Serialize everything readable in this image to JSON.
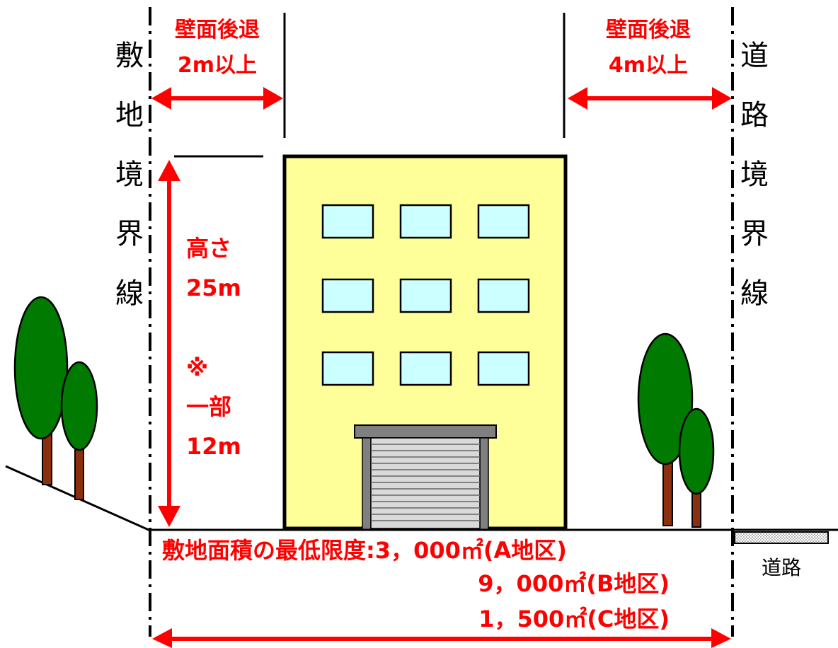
{
  "left_boundary_label": "敷地境界線",
  "right_boundary_label": "道路境界線",
  "setback_left": {
    "line1": "壁面後退",
    "line2": "2m以上"
  },
  "setback_right": {
    "line1": "壁面後退",
    "line2": "4m以上"
  },
  "height_note": {
    "line1": "高さ",
    "line2": "25m",
    "line3": "※",
    "line4": "一部",
    "line5": "12m"
  },
  "road_label": "道路",
  "site_area": {
    "line1": "敷地面積の最低限度:3，000㎡(A地区)",
    "line2": "9，000㎡(B地区)",
    "line3": "1，500㎡(C地区)"
  },
  "colors": {
    "accent_red": "#ff0000",
    "building_fill": "#ffff99",
    "window_fill": "#ccffff",
    "tree_green": "#007a00",
    "trunk_brown": "#8b2f0f",
    "shutter_gray": "#808080"
  }
}
